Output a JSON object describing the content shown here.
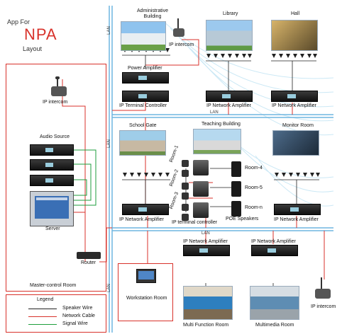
{
  "header": {
    "app_for": "App For",
    "npa": "NPA",
    "layout": "Layout"
  },
  "lan": "LAN",
  "buildings": {
    "admin": "Administrative Building",
    "library": "Library",
    "hall": "Hall",
    "school_gate": "School Gate",
    "teaching": "Teaching Building",
    "monitor": "Monitor Room"
  },
  "devices": {
    "ip_intercom": "IP intercom",
    "ip_intercom_left": "IP intercom",
    "ip_intercom_bottom": "IP intercom",
    "power_amplifier": "Power Amplifier",
    "ip_terminal_controller": "IP Terminal Controller",
    "ip_terminal_controller_small": "IP terminal controller",
    "ip_network_amplifier": "IP Network Amplifier",
    "audio_source": "Audio Source",
    "server": "Server",
    "router": "Router",
    "poe_speakers": "POE Speakers"
  },
  "rooms": {
    "room1": "Room-1",
    "room2": "Room-2",
    "room3": "Room-3",
    "room4": "Room-4",
    "room5": "Room-5",
    "roomn": "Room-n",
    "master": "Master-control Room",
    "workstation": "Workstation Room",
    "multifunction": "Multi Function Room",
    "multimedia": "Multimedia Room"
  },
  "legend": {
    "title": "Legend",
    "items": [
      {
        "label": "Speaker Wire",
        "color": "#222222"
      },
      {
        "label": "Network Cable",
        "color": "#d8322b"
      },
      {
        "label": "Signal Wire",
        "color": "#1e9e3c"
      }
    ]
  },
  "colors": {
    "network": "#d8322b",
    "speaker": "#222222",
    "signal": "#1e9e3c",
    "lan": "#6fb6e0",
    "accent": "#d8322b"
  }
}
